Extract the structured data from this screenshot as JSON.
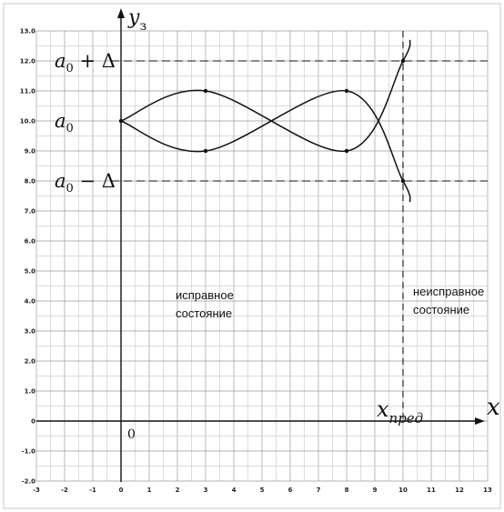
{
  "chart_data": {
    "type": "line",
    "x_ticks": [
      "-3",
      "-2",
      "-1",
      "0",
      "1",
      "2",
      "3",
      "4",
      "5",
      "6",
      "7",
      "8",
      "9",
      "10",
      "11",
      "12",
      "13"
    ],
    "y_ticks": [
      "-2.0",
      "-1.0",
      "0",
      "1.0",
      "2.0",
      "3.0",
      "4.0",
      "5.0",
      "6.0",
      "7.0",
      "8.0",
      "9.0",
      "10.0",
      "11.0",
      "12.0",
      "13.0"
    ],
    "xlim": [
      -3,
      13
    ],
    "ylim": [
      -2,
      13
    ],
    "grid": true,
    "xlabel": "x",
    "ylabel_base": "y",
    "ylabel_sub": "з",
    "origin_label": "0",
    "x_pred_base": "x",
    "x_pred_sub": "пред",
    "x_pred": 10,
    "levels": [
      {
        "value": 12,
        "label_main": "a",
        "label_sub": "0",
        "label_rest": " + Δ"
      },
      {
        "value": 10,
        "label_main": "a",
        "label_sub": "0",
        "label_rest": ""
      },
      {
        "value": 8,
        "label_main": "a",
        "label_sub": "0",
        "label_rest": " − Δ"
      }
    ],
    "series": [
      {
        "points": [
          [
            0,
            10
          ],
          [
            3,
            11
          ],
          [
            8,
            9
          ],
          [
            10,
            12
          ],
          [
            10.25,
            12.7
          ]
        ]
      },
      {
        "points": [
          [
            0,
            10
          ],
          [
            3,
            9
          ],
          [
            8,
            11
          ],
          [
            10,
            8
          ],
          [
            10.25,
            7.3
          ]
        ]
      }
    ],
    "markers": [
      [
        0,
        10
      ],
      [
        3,
        11
      ],
      [
        3,
        9
      ],
      [
        8,
        11
      ],
      [
        8,
        9
      ],
      [
        10,
        12
      ],
      [
        10,
        8
      ]
    ]
  },
  "regions": {
    "good_line1": "исправное",
    "good_line2": "состояние",
    "bad_line1": "неисправное",
    "bad_line2": "состояние"
  }
}
